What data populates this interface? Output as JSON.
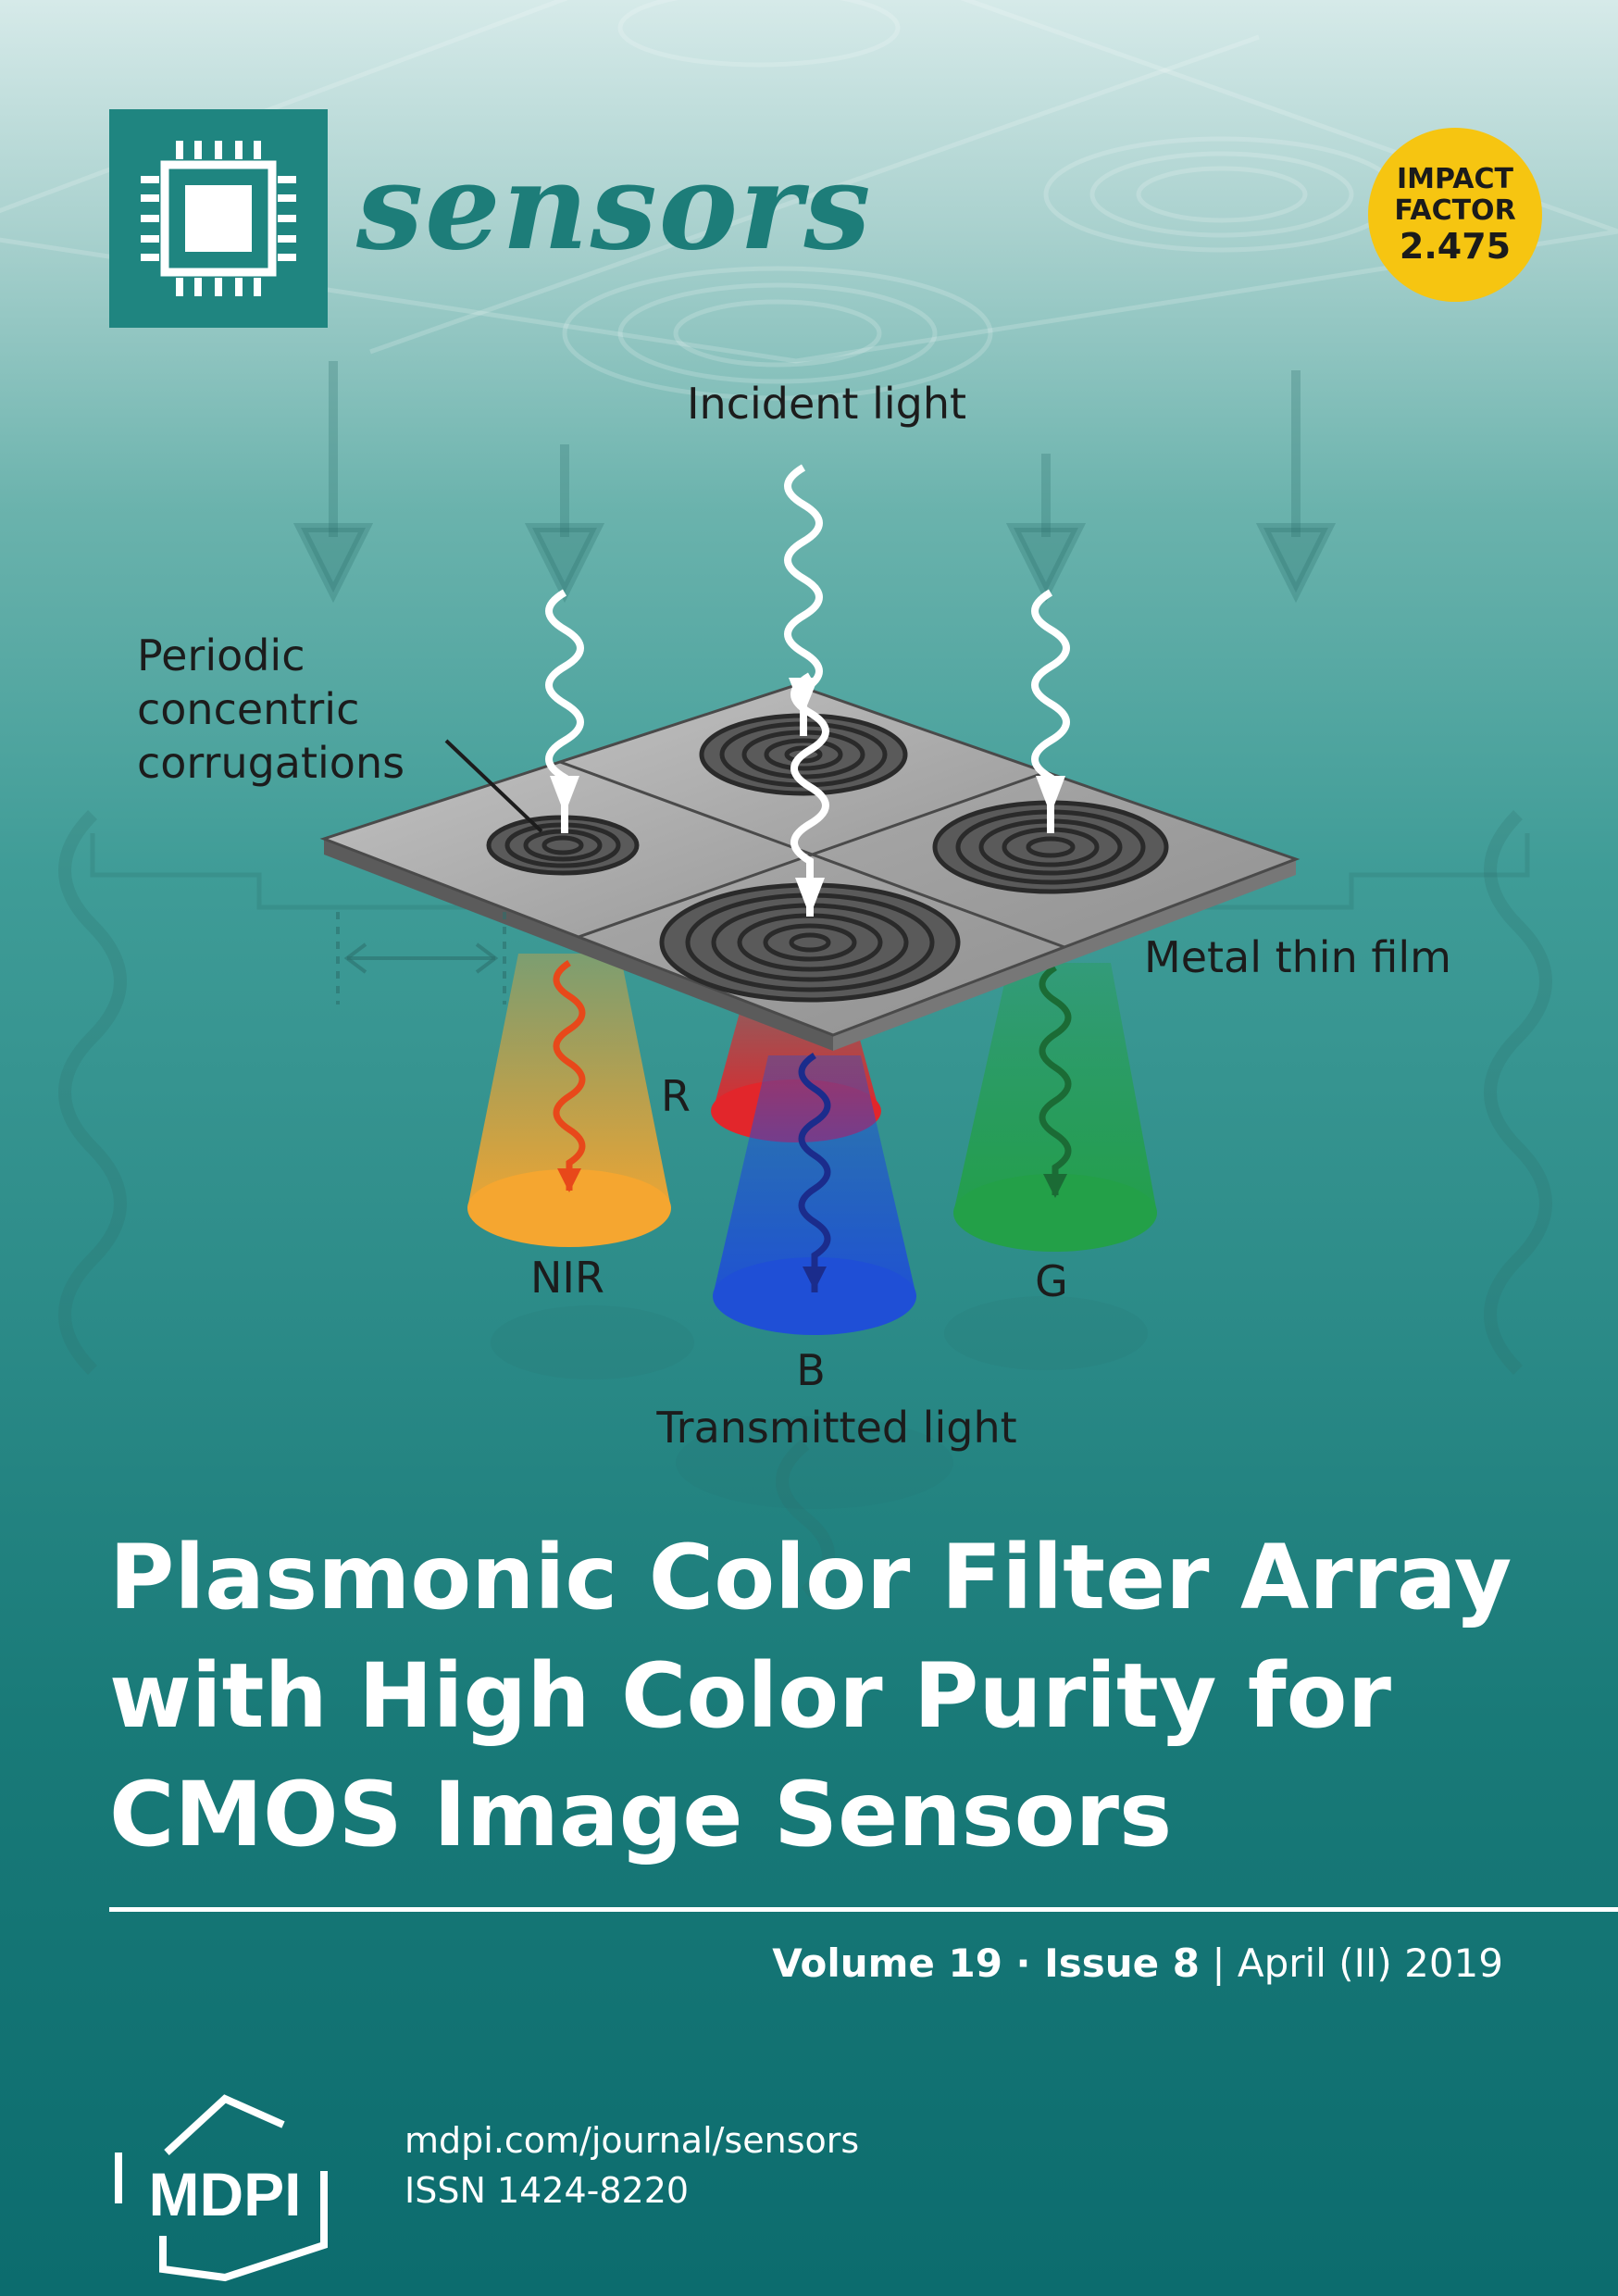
{
  "journal": {
    "name": "sensors",
    "logo_icon": "microchip-icon"
  },
  "impact_factor": {
    "line1": "IMPACT",
    "line2": "FACTOR",
    "value": "2.475"
  },
  "figure": {
    "labels": {
      "incident": "Incident light",
      "periodic_1": "Periodic",
      "periodic_2": "concentric",
      "periodic_3": "corrugations",
      "metal_film": "Metal thin film",
      "r": "R",
      "nir": "NIR",
      "g": "G",
      "b": "B",
      "transmitted": "Transmitted light"
    },
    "colors": {
      "nir": "#f5a630",
      "red": "#e2262b",
      "blue": "#1f4fd6",
      "green": "#23a048",
      "metal": "#9c9c9c"
    }
  },
  "article_title": {
    "line1": "Plasmonic Color Filter Array",
    "line2": "with High Color Purity for",
    "line3": "CMOS Image Sensors"
  },
  "issue": {
    "volume": "Volume 19",
    "separator": " · ",
    "issue": "Issue 8",
    "pipe": " | ",
    "date": "April (II) 2019"
  },
  "footer": {
    "publisher": "MDPI",
    "url": "mdpi.com/journal/sensors",
    "issn": "ISSN 1424-8220"
  }
}
